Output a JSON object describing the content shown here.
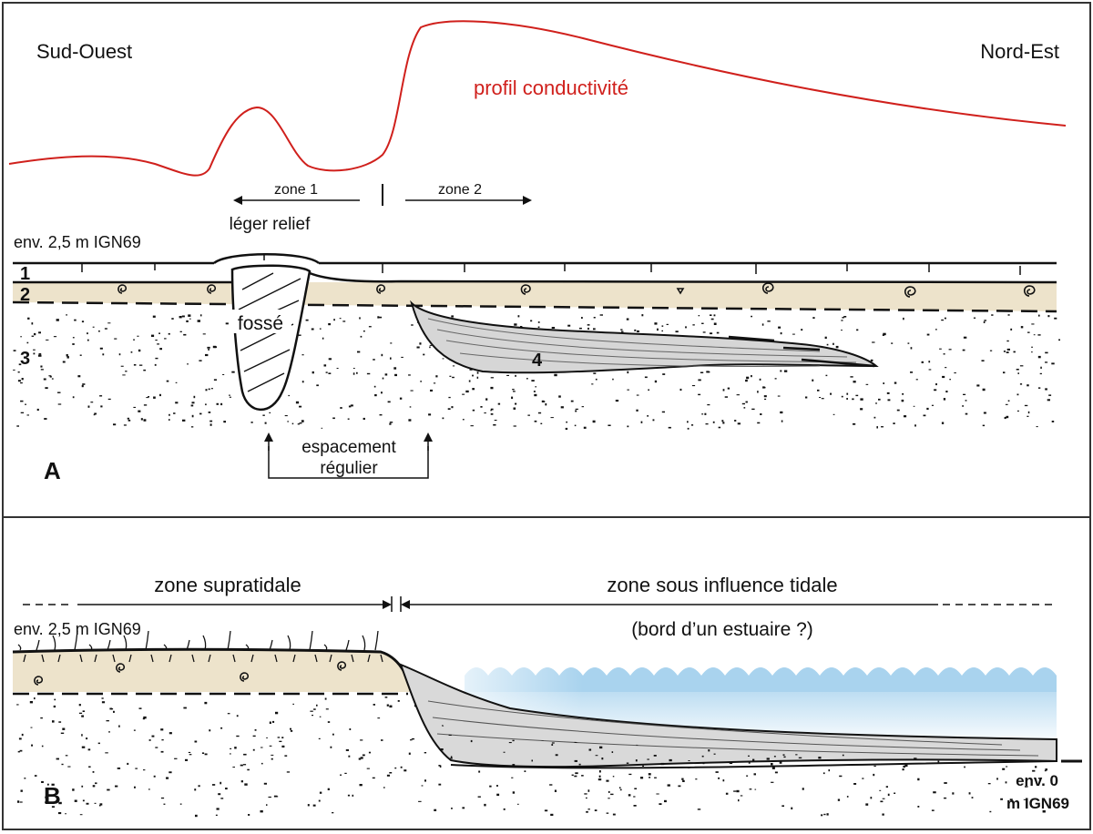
{
  "panelA": {
    "letter": "A",
    "left_direction": "Sud-Ouest",
    "right_direction": "Nord-Est",
    "profile_label": "profil conductivité",
    "zone1": "zone 1",
    "zone2": "zone 2",
    "relief": "léger relief",
    "elevation": "env. 2,5 m IGN69",
    "layer1": "1",
    "layer2": "2",
    "layer3": "3",
    "layer4": "4",
    "ditch": "fossé",
    "spacing_line1": "espacement",
    "spacing_line2": "régulier",
    "colors": {
      "profile": "#d0201c",
      "soil": "#ede3cb",
      "lens": "#d6d6d6",
      "frame": "#333333"
    }
  },
  "panelB": {
    "letter": "B",
    "supratidal": "zone supratidale",
    "tidal": "zone sous influence tidale",
    "estuary": "(bord d’un estuaire ?)",
    "elevation_top": "env. 2,5 m IGN69",
    "elevation_bottom_line1": "env. 0",
    "elevation_bottom_line2": "m IGN69",
    "colors": {
      "water_top": "#a9d3ee",
      "water_bottom": "#ffffff"
    }
  }
}
